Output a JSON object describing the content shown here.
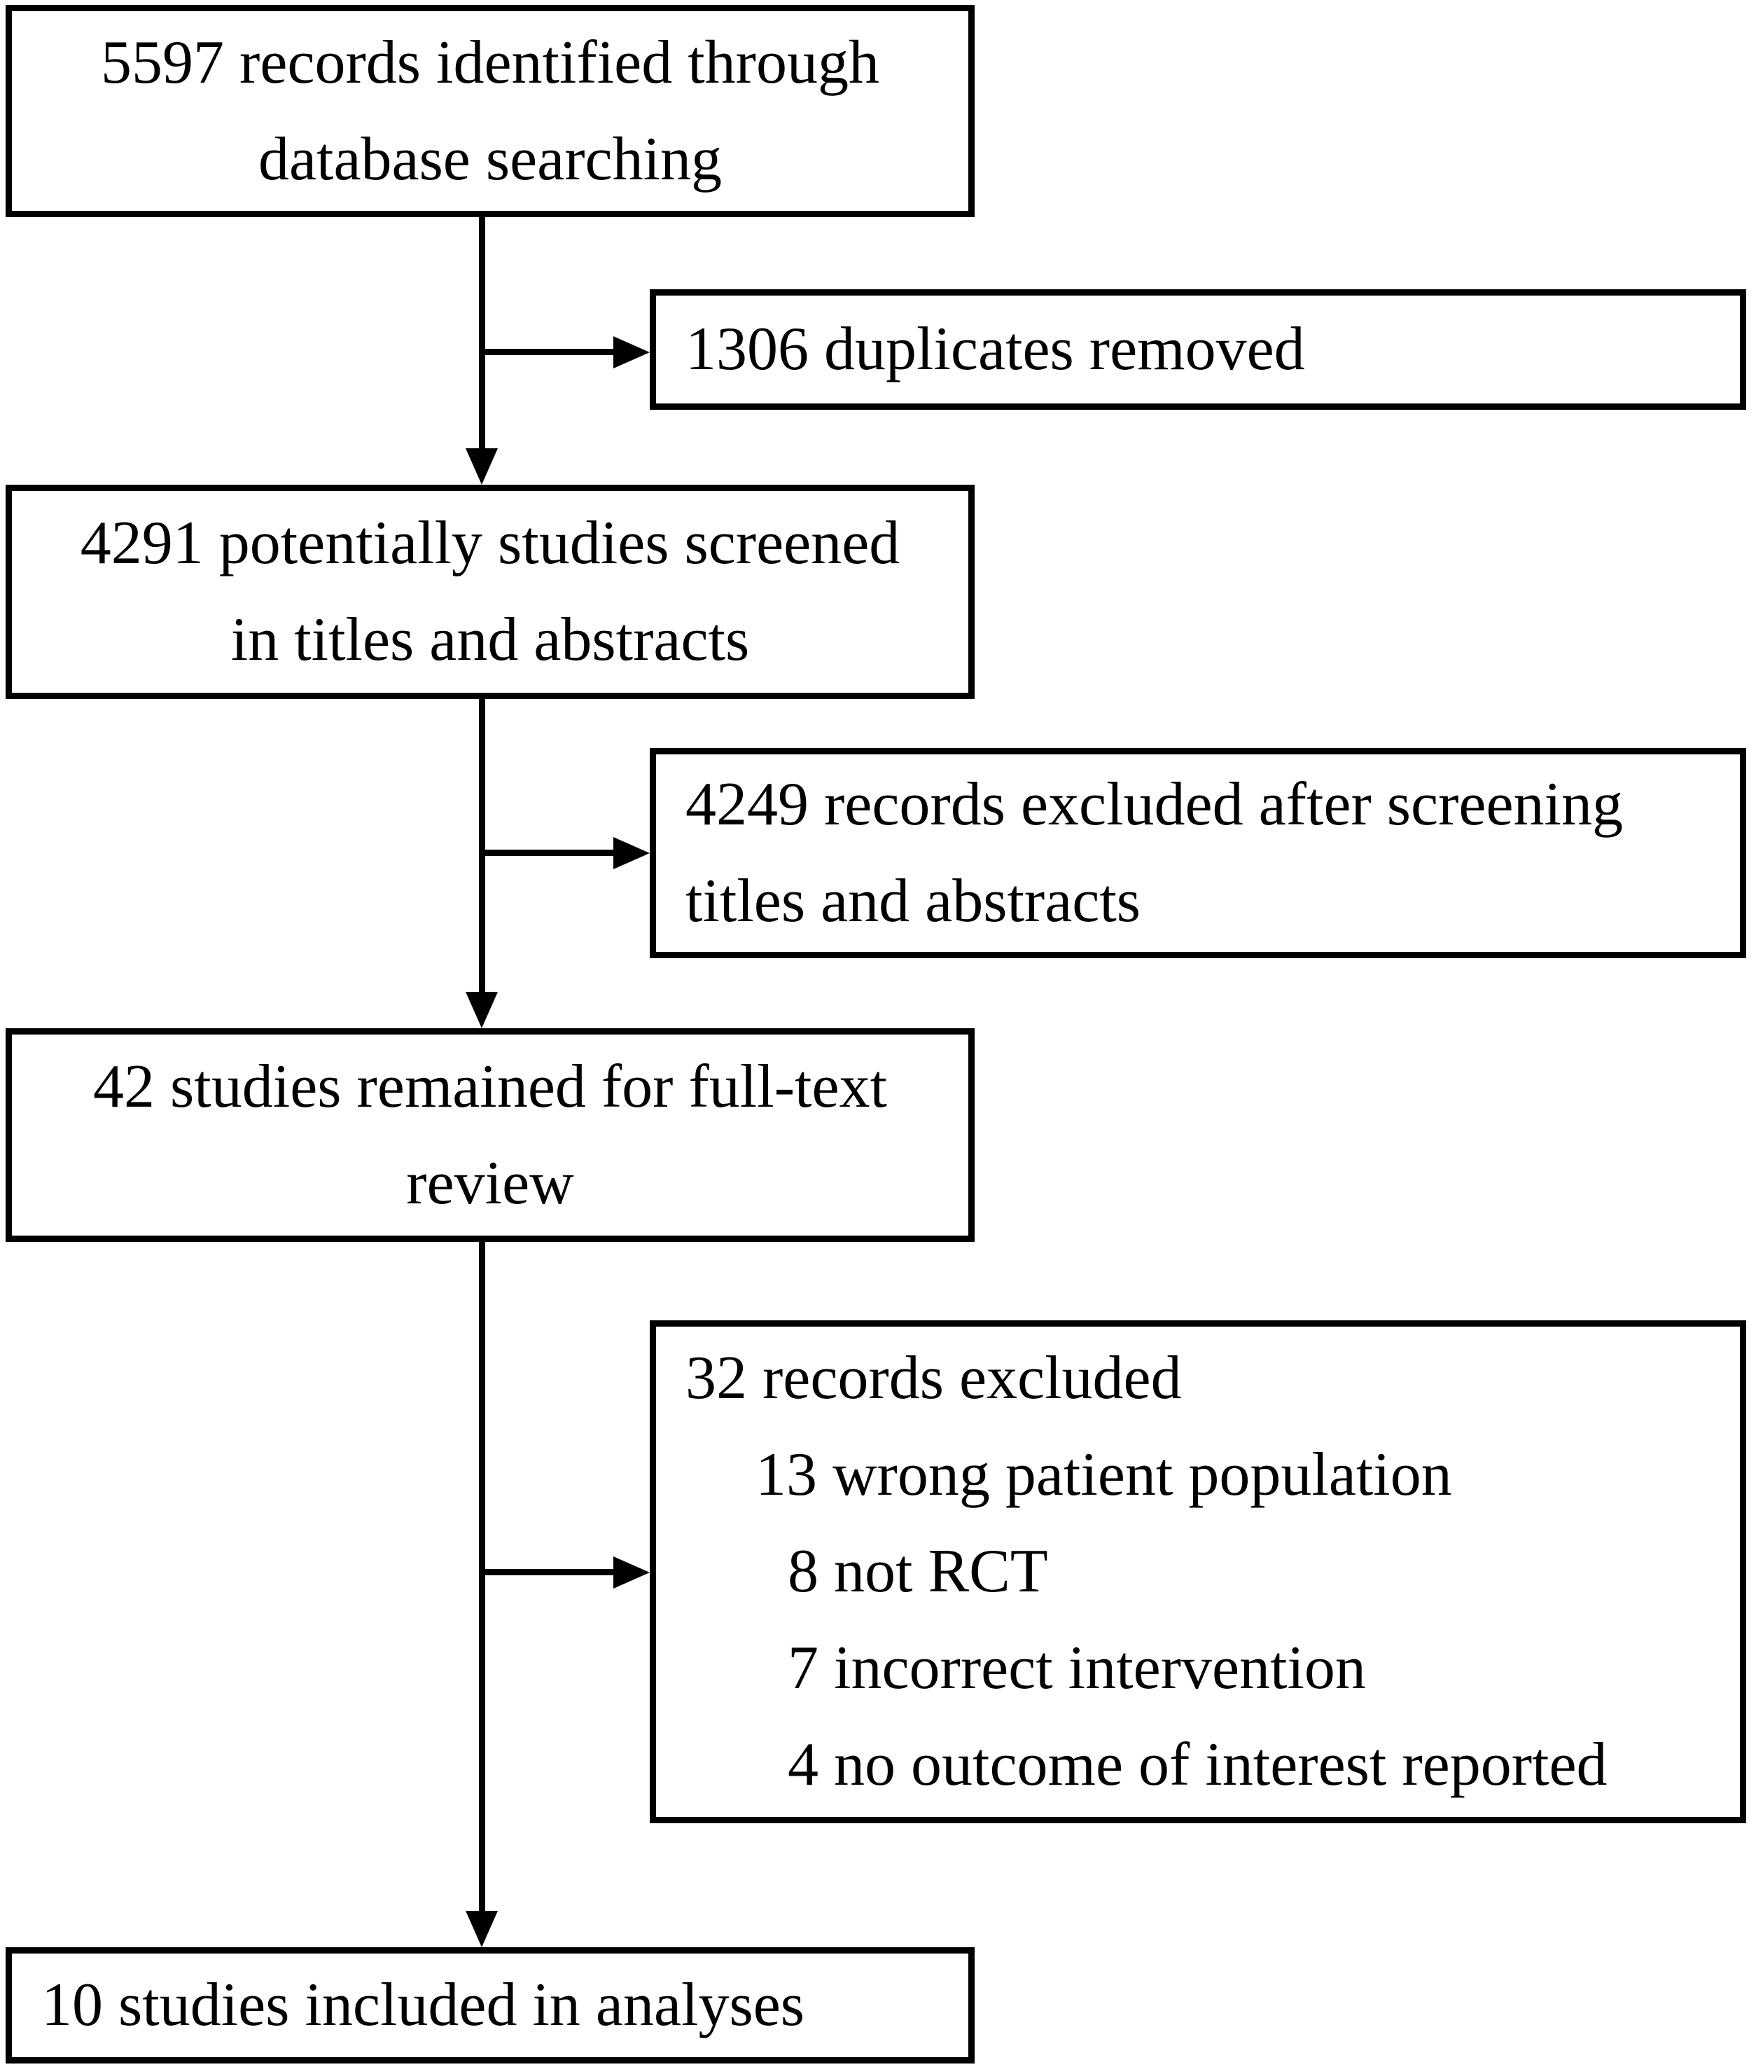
{
  "flowchart": {
    "title_semantic": "study-selection-flow-diagram",
    "colors": {
      "line": "#000000",
      "text": "#000000",
      "background": "#ffffff"
    },
    "box_identified": {
      "line1": "5597 records identified through",
      "line2": "database searching"
    },
    "box_duplicates_removed": {
      "line1": "1306 duplicates removed"
    },
    "box_screened": {
      "line1": "4291 potentially studies screened",
      "line2": "in titles and abstracts"
    },
    "box_excluded_screening": {
      "line1": "4249 records excluded after screening",
      "line2": "titles and abstracts"
    },
    "box_fulltext_review": {
      "line1": "42 studies remained for full-text",
      "line2": "review"
    },
    "box_excluded_fulltext": {
      "title": "32 records excluded",
      "reasons": [
        "13 wrong patient population",
        "8 not RCT",
        "7 incorrect intervention",
        "4 no outcome of interest reported"
      ]
    },
    "box_included": {
      "line1": "10 studies included in analyses"
    }
  }
}
